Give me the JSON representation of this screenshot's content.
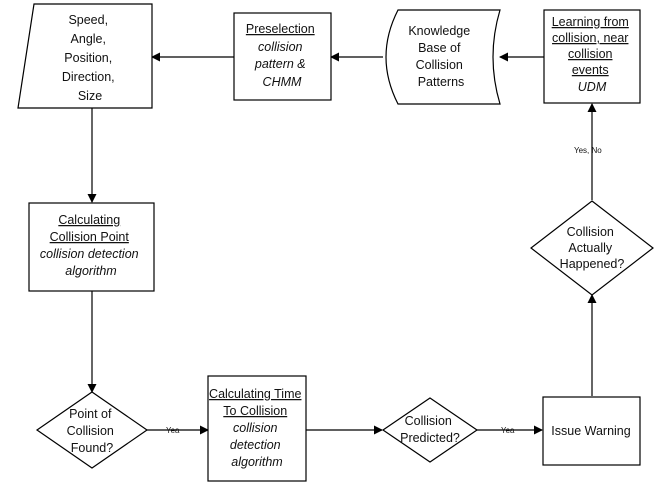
{
  "nodes": {
    "inputs": {
      "lines": [
        "Speed,",
        "Angle,",
        "Position,",
        "Direction,",
        "Size"
      ]
    },
    "preselection": {
      "title": "Preselection",
      "lines": [
        "collision",
        "pattern &",
        "CHMM"
      ]
    },
    "knowledge_base": {
      "lines": [
        "Knowledge",
        "Base of",
        "Collision",
        "Patterns"
      ]
    },
    "learning": {
      "title_lines": [
        "Learning from",
        "collision, near",
        "collision",
        "events"
      ],
      "italic": "UDM"
    },
    "calc_point": {
      "title_lines": [
        "Calculating",
        "Collision Point"
      ],
      "lines": [
        "collision detection",
        "algorithm"
      ]
    },
    "collision_found": {
      "lines": [
        "Point of",
        "Collision",
        "Found?"
      ]
    },
    "calc_time": {
      "title_lines": [
        "Calculating Time",
        "To Collision"
      ],
      "lines": [
        "collision",
        "detection",
        "algorithm"
      ]
    },
    "collision_predicted": {
      "lines": [
        "Collision",
        "Predicted?"
      ]
    },
    "issue_warning": {
      "label": "Issue Warning"
    },
    "actually_happened": {
      "lines": [
        "Collision",
        "Actually",
        "Happened?"
      ]
    }
  },
  "edge_labels": {
    "found_yes": "Yea",
    "predicted_yes": "Yea",
    "happened_yes_no": "Yes, No"
  }
}
